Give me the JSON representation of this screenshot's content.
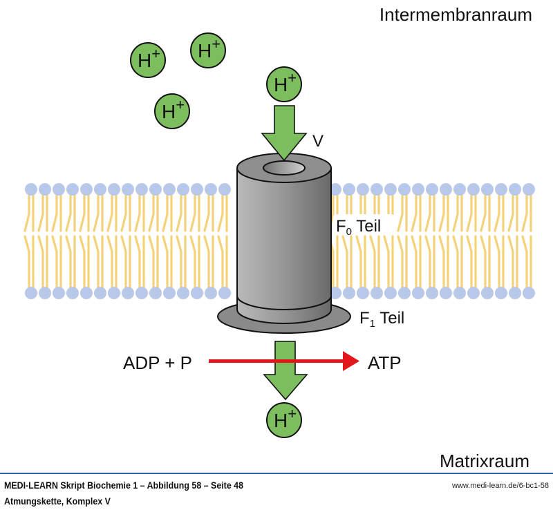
{
  "labels": {
    "intermembrane_space": "Intermembranraum",
    "matrix_space": "Matrixraum",
    "v_label": "V",
    "f0_part": {
      "main": "F",
      "sub": "0",
      "suffix": " Teil"
    },
    "f1_part": {
      "main": "F",
      "sub": "1",
      "suffix": " Teil"
    },
    "reactant": "ADP + P",
    "product": "ATP"
  },
  "protons": [
    {
      "id": "proton-1",
      "text": "H",
      "sup": "+"
    },
    {
      "id": "proton-2",
      "text": "H",
      "sup": "+"
    },
    {
      "id": "proton-3",
      "text": "H",
      "sup": "+"
    },
    {
      "id": "proton-4",
      "text": "H",
      "sup": "+"
    },
    {
      "id": "proton-5",
      "text": "H",
      "sup": "+"
    }
  ],
  "colors": {
    "proton_fill": "#7cbd5d",
    "arrow_green": "#7cbd5d",
    "reaction_arrow": "#e3161b",
    "lipid_head": "#b8c8e8",
    "lipid_tail": "#f4d27a",
    "cylinder_gray": "#8f8f8f",
    "rule_blue": "#2a64ad"
  },
  "footer": {
    "title": "MEDI-LEARN Skript Biochemie 1 – Abbildung 58 – Seite 48",
    "subtitle": "Atmungskette, Komplex V",
    "url": "www.medi-learn.de/6-bc1-58"
  }
}
